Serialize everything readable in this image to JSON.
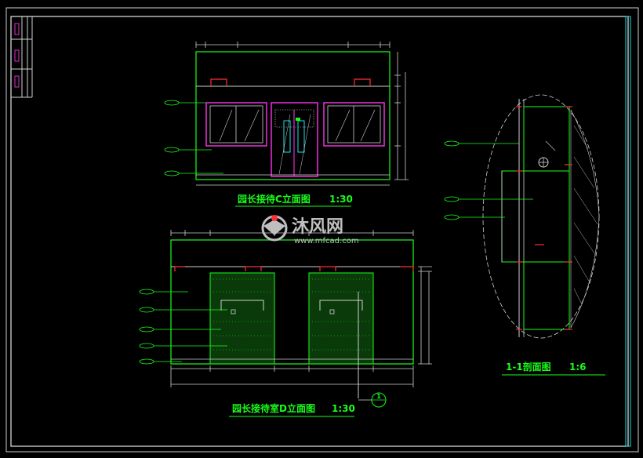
{
  "titles": {
    "elevation_c": "园长接待C立面图",
    "elevation_c_scale": "1:30",
    "elevation_d": "园长接待室D立面图",
    "elevation_d_scale": "1:30",
    "section": "1-1剖面图",
    "section_scale": "1:6"
  },
  "watermark": {
    "brand": "沐风网",
    "url": "www.mfcad.com"
  },
  "section_marker": "1",
  "colors": {
    "background": "#000000",
    "frame": "#e0e0e0",
    "outline": "#19ff19",
    "geometry": "#d0d0d0",
    "glass": "#e02cd0",
    "cyan": "#18e0e8",
    "red": "#ff3030"
  }
}
